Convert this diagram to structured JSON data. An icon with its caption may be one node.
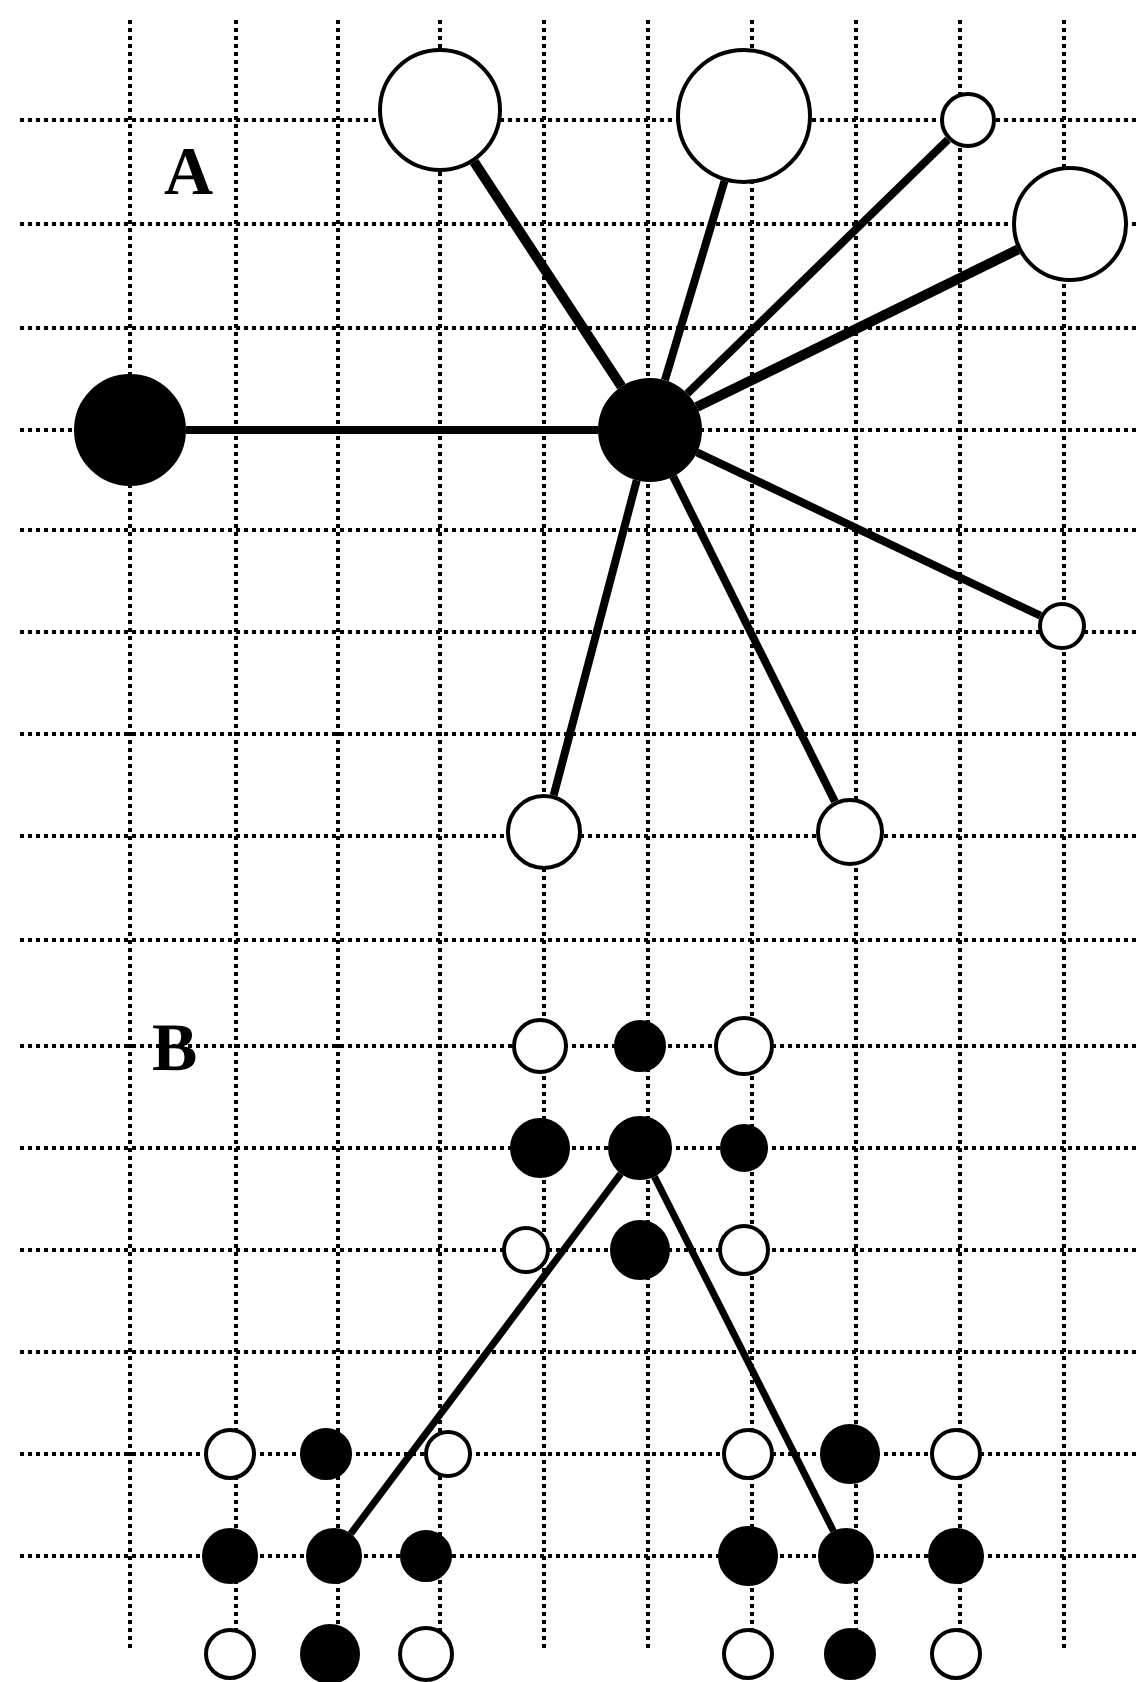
{
  "diagram": {
    "nodes": [
      {
        "text": [],
        "shape": "circle"
      },
      {
        "text": [],
        "shape": "circle"
      },
      {
        "text": [],
        "shape": "circle"
      },
      {
        "text": [],
        "shape": "circle"
      },
      {
        "text": [],
        "shape": "dot"
      },
      {
        "text": [],
        "shape": "dot"
      },
      {
        "text": [],
        "shape": "circle"
      },
      {
        "text": [],
        "shape": "circle"
      },
      {
        "text": [],
        "shape": "circle"
      },
      {
        "text": [],
        "shape": "circle"
      },
      {
        "text": [],
        "shape": "dot"
      },
      {
        "text": [],
        "shape": "circle"
      },
      {
        "text": [],
        "shape": "dot"
      },
      {
        "text": [],
        "shape": "dot"
      },
      {
        "text": [],
        "shape": "dot"
      },
      {
        "text": [],
        "shape": "circle"
      },
      {
        "text": [],
        "shape": "dot"
      },
      {
        "text": [],
        "shape": "circle"
      },
      {
        "text": [],
        "shape": "circle"
      },
      {
        "text": [],
        "shape": "dot"
      },
      {
        "text": [],
        "shape": "circle"
      },
      {
        "text": [],
        "shape": "circle"
      },
      {
        "text": [],
        "shape": "dot"
      },
      {
        "text": [],
        "shape": "circle"
      },
      {
        "text": [],
        "shape": "dot"
      },
      {
        "text": [],
        "shape": "dot"
      },
      {
        "text": [],
        "shape": "dot"
      },
      {
        "text": [],
        "shape": "dot"
      },
      {
        "text": [],
        "shape": "dot"
      },
      {
        "text": [],
        "shape": "dot"
      },
      {
        "text": [],
        "shape": "circle"
      },
      {
        "text": [],
        "shape": "dot"
      },
      {
        "text": [],
        "shape": "circle"
      },
      {
        "text": [],
        "shape": "circle"
      },
      {
        "text": [],
        "shape": "dot"
      },
      {
        "text": [],
        "shape": "circle"
      }
    ],
    "edges": [
      {
        "from": 5,
        "to": 0,
        "arrow": "none"
      },
      {
        "from": 5,
        "to": 1,
        "arrow": "none"
      },
      {
        "from": 5,
        "to": 2,
        "arrow": "none"
      },
      {
        "from": 5,
        "to": 3,
        "arrow": "none"
      },
      {
        "from": 5,
        "to": 4,
        "arrow": "none"
      },
      {
        "from": 5,
        "to": 6,
        "arrow": "none"
      },
      {
        "from": 5,
        "to": 7,
        "arrow": "none"
      },
      {
        "from": 5,
        "to": 8,
        "arrow": "none"
      },
      {
        "from": 13,
        "to": 25,
        "arrow": "none"
      },
      {
        "from": 13,
        "to": 28,
        "arrow": "none"
      }
    ],
    "labels": [
      "A",
      "B"
    ]
  }
}
